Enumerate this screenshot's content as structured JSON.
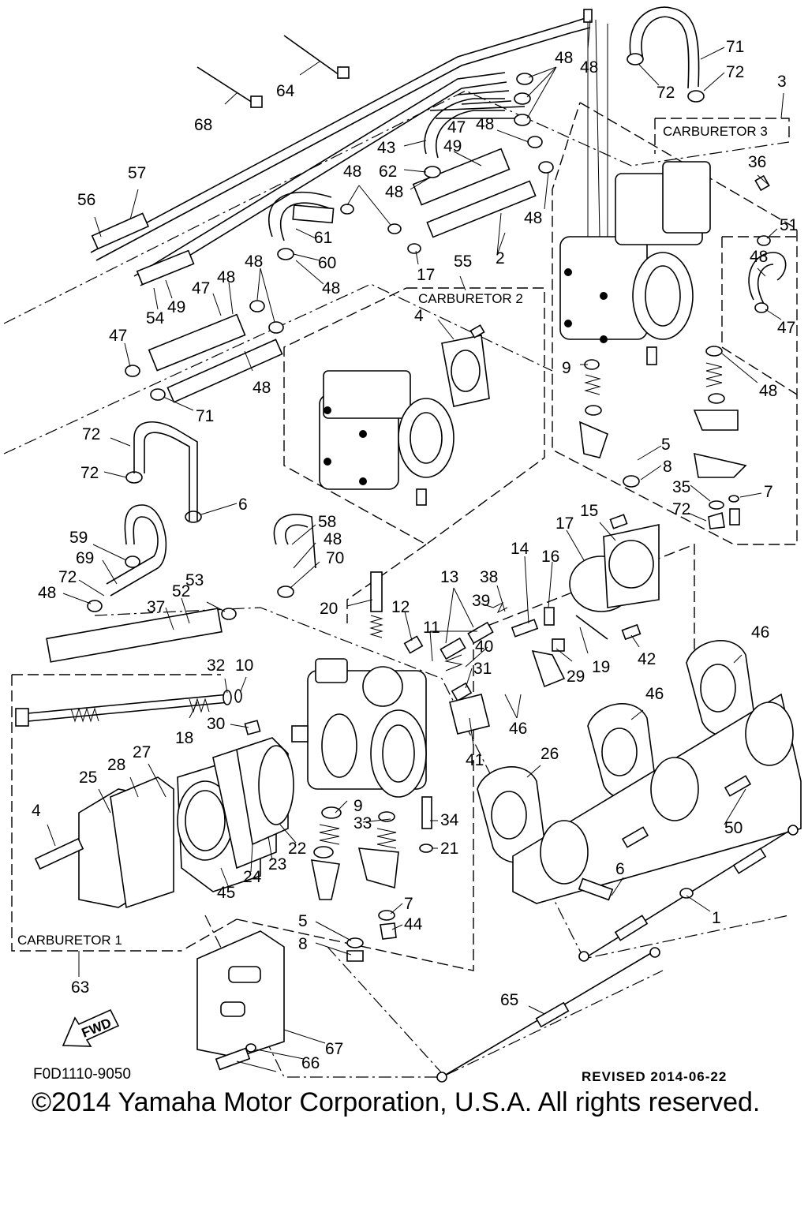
{
  "callouts": [
    "71",
    "72",
    "48",
    "48",
    "72",
    "3",
    "68",
    "64",
    "47",
    "48",
    "43",
    "62",
    "48",
    "49",
    "36",
    "57",
    "56",
    "48",
    "61",
    "60",
    "48",
    "48",
    "51",
    "48",
    "47",
    "2",
    "55",
    "54",
    "49",
    "47",
    "48",
    "48",
    "17",
    "4",
    "9",
    "48",
    "47",
    "48",
    "71",
    "72",
    "72",
    "6",
    "5",
    "8",
    "35",
    "7",
    "72",
    "59",
    "58",
    "48",
    "70",
    "69",
    "72",
    "48",
    "53",
    "52",
    "37",
    "20",
    "12",
    "11",
    "13",
    "39",
    "38",
    "14",
    "16",
    "17",
    "15",
    "40",
    "19",
    "42",
    "29",
    "31",
    "32",
    "10",
    "30",
    "18",
    "41",
    "46",
    "46",
    "46",
    "26",
    "25",
    "28",
    "27",
    "4",
    "9",
    "33",
    "34",
    "21",
    "22",
    "23",
    "24",
    "45",
    "50",
    "6",
    "5",
    "8",
    "7",
    "44",
    "1",
    "63",
    "65",
    "67",
    "66"
  ],
  "labels": {
    "carb3": "CARBURETOR 3",
    "carb2": "CARBURETOR 2",
    "carb1": "CARBURETOR 1",
    "fwd": "FWD"
  },
  "footer": {
    "code": "F0D1110-9050",
    "revised": "REVISED 2014-06-22",
    "copyright": "©2014 Yamaha Motor Corporation, U.S.A. All rights reserved."
  }
}
